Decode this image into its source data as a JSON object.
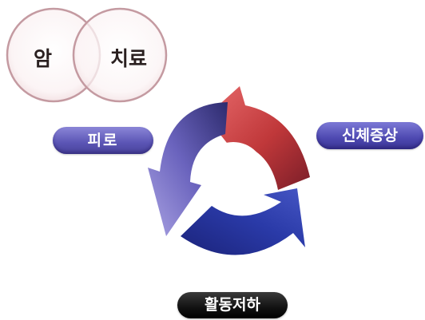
{
  "venn": {
    "left_label": "암",
    "right_label": "치료"
  },
  "labels": {
    "fatigue": "피로",
    "physical_symptoms": "신체증상",
    "reduced_activity": "활동저하"
  },
  "colors": {
    "circle_fill": "#faf1f2",
    "circle_stroke": "#c9a6ac",
    "arrow_red": "#c0383a",
    "arrow_blue": "#2a3aa8",
    "arrow_violet": "#7f74c8",
    "pill_violet": "#5a54b4",
    "pill_black": "#111111"
  }
}
